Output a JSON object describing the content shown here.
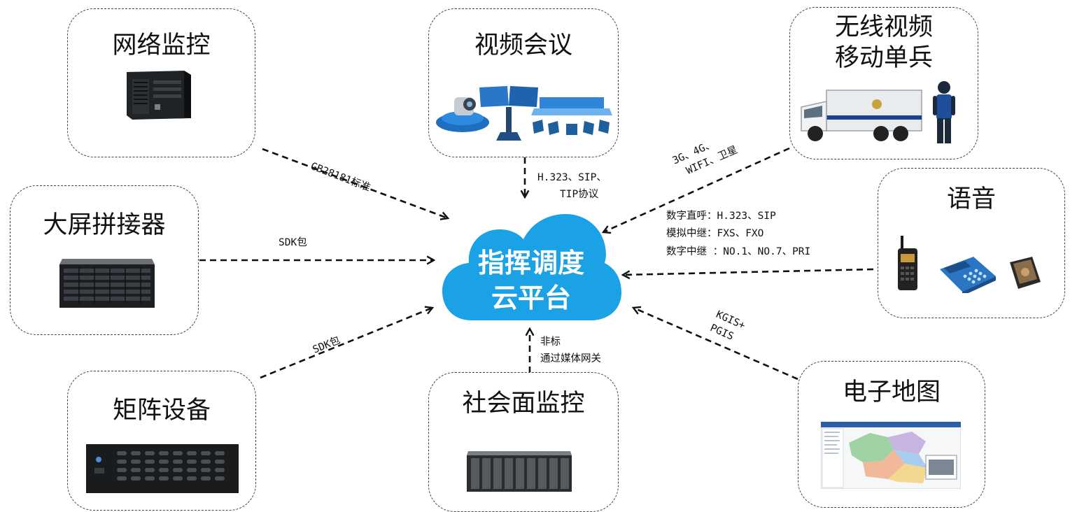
{
  "center": {
    "line1": "指挥调度",
    "line2": "云平台",
    "color": "#1aa1e6"
  },
  "nodes": {
    "network_monitor": {
      "title": "网络监控"
    },
    "video_conference": {
      "title": "视频会议"
    },
    "wireless_video": {
      "title_line1": "无线视频",
      "title_line2": "移动单兵"
    },
    "big_screen": {
      "title": "大屏拼接器"
    },
    "voice": {
      "title": "语音"
    },
    "matrix": {
      "title": "矩阵设备"
    },
    "social_monitor": {
      "title": "社会面监控"
    },
    "e_map": {
      "title": "电子地图"
    }
  },
  "links": {
    "network_monitor": {
      "label": "GB28181标准"
    },
    "big_screen": {
      "label": "SDK包"
    },
    "matrix": {
      "label": "SDK包"
    },
    "video_conference": {
      "line1": "H.323、SIP、",
      "line2": "TIP协议"
    },
    "wireless_video": {
      "line1": "3G、4G、",
      "line2": "WIFI、卫星"
    },
    "voice": {
      "line1": "数字直呼：H.323、SIP",
      "line2": "模拟中继：FXS、FXO",
      "line3": "数字中继 ：NO.1、NO.7、PRI"
    },
    "social_monitor": {
      "line1": "非标",
      "line2": "通过媒体网关"
    },
    "e_map": {
      "line1": "KGIS+",
      "line2": "PGIS"
    }
  },
  "icons": [
    "server-tower-icon",
    "video-camera-icon",
    "dual-monitor-stand-icon",
    "conference-table-icon",
    "command-truck-icon",
    "soldier-icon",
    "rack-splicer-icon",
    "walkie-talkie-icon",
    "desk-phone-icon",
    "mobile-phone-icon",
    "matrix-switcher-icon",
    "rack-server-icon",
    "gis-map-icon"
  ]
}
